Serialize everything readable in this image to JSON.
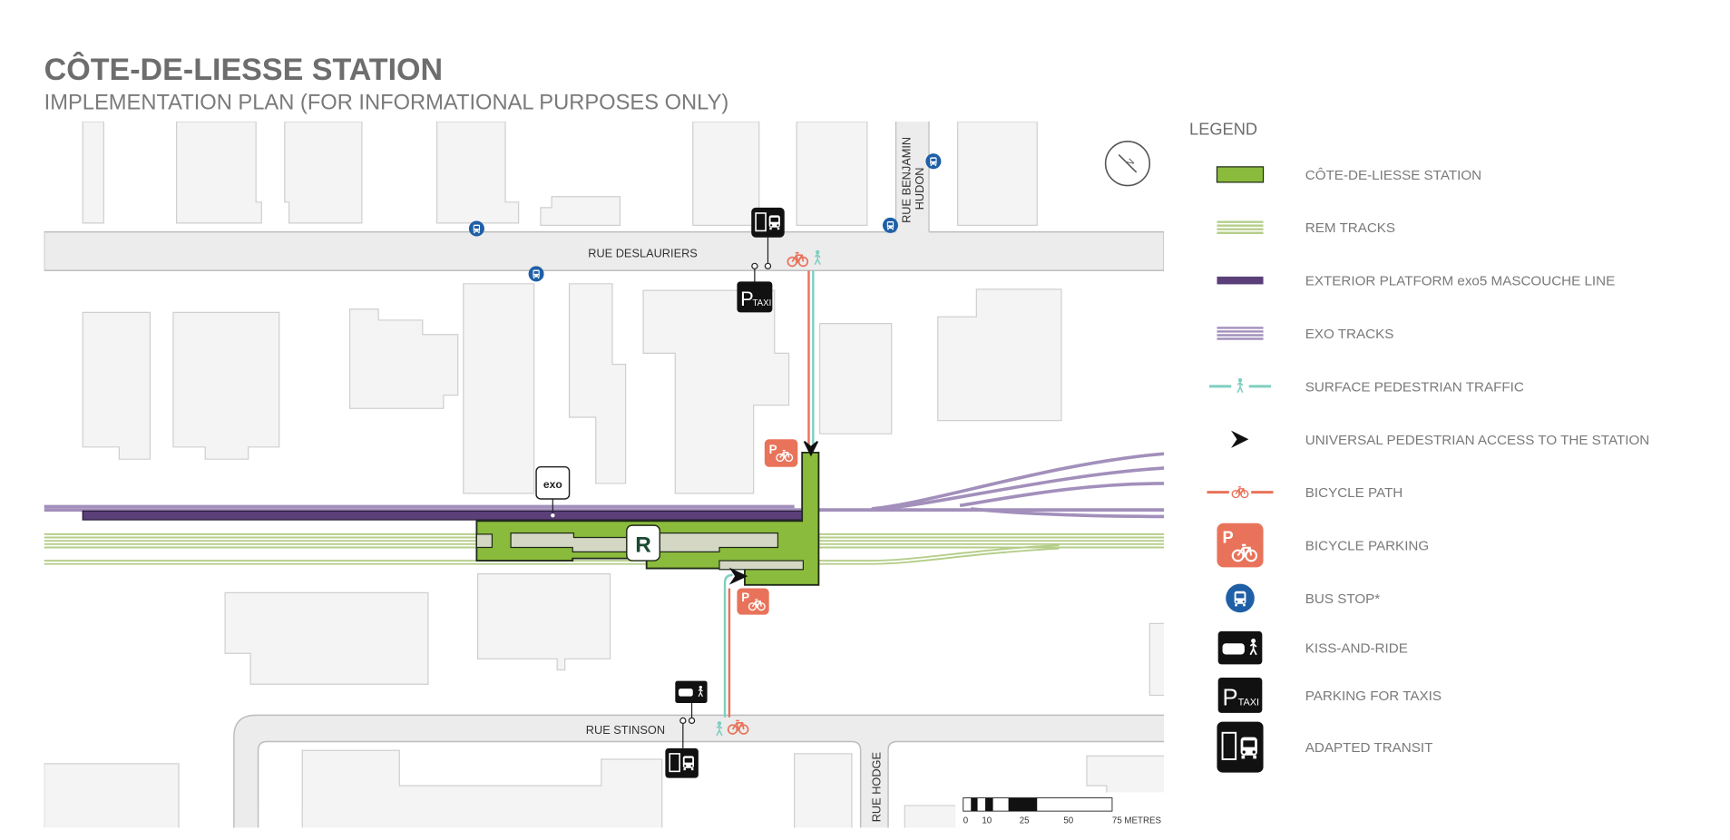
{
  "header": {
    "title": "CÔTE-DE-LIESSE STATION",
    "subtitle": "IMPLEMENTATION PLAN (FOR INFORMATIONAL PURPOSES ONLY)"
  },
  "map": {
    "streets": {
      "deslauriers": "RUE DESLAURIERS",
      "benjamin_hudon_1": "RUE BENJAMIN",
      "benjamin_hudon_2": "HUDON",
      "stinson": "RUE STINSON",
      "hodge": "RUE HODGE"
    },
    "exo_sign": "exo",
    "rem_logo": "R",
    "taxi_p": "P",
    "taxi_word": "TAXI",
    "bike_p": "P",
    "compass": "N",
    "scale_bar": {
      "ticks": [
        "0",
        "10",
        "25",
        "50",
        "75 METRES"
      ]
    }
  },
  "legend": {
    "title": "LEGEND",
    "items": [
      {
        "label": "CÔTE-DE-LIESSE STATION",
        "icon": "station-area"
      },
      {
        "label": "REM TRACKS",
        "icon": "rem-tracks"
      },
      {
        "label": "EXTERIOR PLATFORM exo5 MASCOUCHE LINE",
        "icon": "exo-platform"
      },
      {
        "label": "EXO TRACKS",
        "icon": "exo-tracks"
      },
      {
        "label": "SURFACE PEDESTRIAN TRAFFIC",
        "icon": "pedestrian-line"
      },
      {
        "label": "UNIVERSAL PEDESTRIAN ACCESS TO THE STATION",
        "icon": "access-arrow"
      },
      {
        "label": "BICYCLE PATH",
        "icon": "bicycle-line"
      },
      {
        "label": "BICYCLE PARKING",
        "icon": "bicycle-parking"
      },
      {
        "label": "BUS STOP*",
        "icon": "bus-stop"
      },
      {
        "label": "KISS-AND-RIDE",
        "icon": "kiss-and-ride"
      },
      {
        "label": "PARKING FOR TAXIS",
        "icon": "taxi-parking"
      },
      {
        "label": "ADAPTED TRANSIT",
        "icon": "adapted-transit"
      }
    ]
  },
  "colors": {
    "station": "#8bbb3c",
    "station_border": "#1f2b18",
    "rem_tracks": "#b5ce8a",
    "exo_platform": "#5a3f78",
    "exo_tracks": "#a28fbb",
    "pedestrian": "#7fcfc0",
    "bicycle": "#e8735a",
    "bus_stop": "#1f5fa6",
    "title": "#6d6d6d"
  }
}
